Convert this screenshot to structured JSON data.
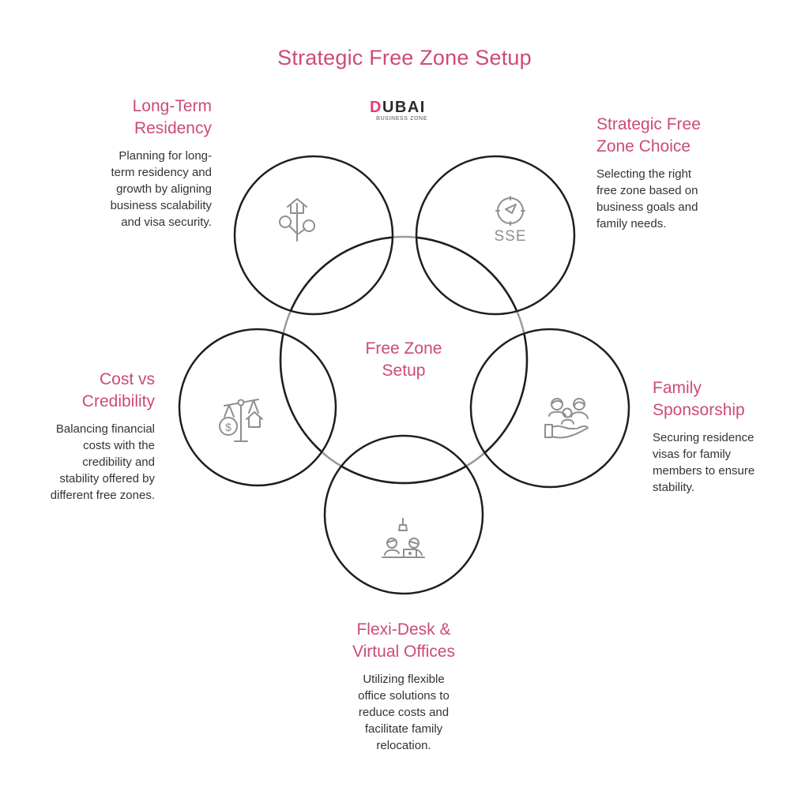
{
  "title": "Strategic Free Zone Setup",
  "logo": {
    "main_first": "D",
    "main_rest": "UBAI",
    "sub": "BUSINESS ZONE"
  },
  "colors": {
    "accent": "#cc4a7a",
    "circle_stroke": "#1e1e1e",
    "center_stroke_outside": "#9a9a9a",
    "icon": "#8f8f8f",
    "body_text": "#333333"
  },
  "center": {
    "label_line1": "Free Zone",
    "label_line2": "Setup"
  },
  "nodes": [
    {
      "id": "long-term-residency",
      "title_line1": "Long-Term",
      "title_line2": "Residency",
      "desc": [
        "Planning for long-",
        "term residency and",
        "growth by aligning",
        "business scalability",
        "and visa security."
      ],
      "icon": "house-growth-icon"
    },
    {
      "id": "strategic-free-zone-choice",
      "title_line1": "Strategic Free",
      "title_line2": "Zone Choice",
      "desc": [
        "Selecting the right",
        "free zone based on",
        "business goals and",
        "family needs."
      ],
      "icon": "compass-icon",
      "icon_text": "SSE"
    },
    {
      "id": "cost-vs-credibility",
      "title_line1": "Cost vs",
      "title_line2": "Credibility",
      "desc": [
        "Balancing financial",
        "costs with the",
        "credibility and",
        "stability offered by",
        "different free zones."
      ],
      "icon": "balance-scale-icon"
    },
    {
      "id": "family-sponsorship",
      "title_line1": "Family",
      "title_line2": "Sponsorship",
      "desc": [
        "Securing residence",
        "visas for family",
        "members to ensure",
        "stability."
      ],
      "icon": "family-hand-icon"
    },
    {
      "id": "flexi-desk-virtual-offices",
      "title_line1": "Flexi-Desk &",
      "title_line2": "Virtual Offices",
      "desc": [
        "Utilizing flexible",
        "office solutions to",
        "reduce costs and",
        "facilitate family",
        "relocation."
      ],
      "icon": "coworking-desk-icon"
    }
  ]
}
